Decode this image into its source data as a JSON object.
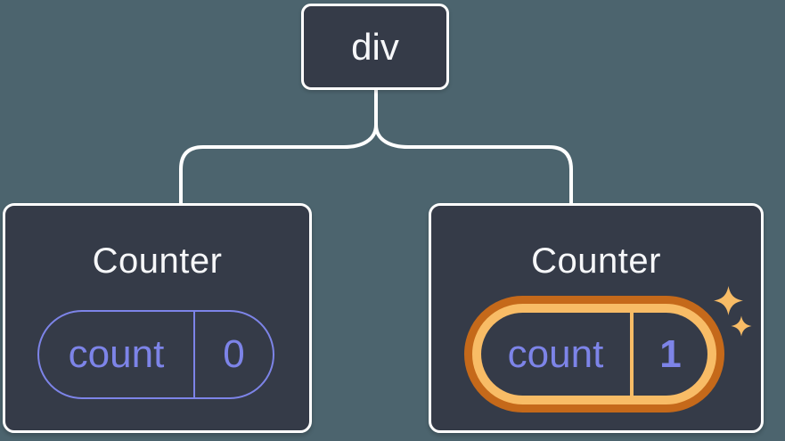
{
  "colors": {
    "background": "#4C646E",
    "card": "#353B48",
    "stroke": "#FFFFFF",
    "text": "#F6F7F9",
    "purple": "#7D84E8",
    "orange": "#C5691A",
    "orangeLight": "#F8BC66"
  },
  "tree": {
    "root": {
      "label": "div"
    },
    "children": [
      {
        "title": "Counter",
        "state": {
          "key": "count",
          "value": "0"
        },
        "highlighted": false
      },
      {
        "title": "Counter",
        "state": {
          "key": "count",
          "value": "1"
        },
        "highlighted": true
      }
    ]
  },
  "icons": {
    "sparkles": "four-point-star-sparkles"
  }
}
